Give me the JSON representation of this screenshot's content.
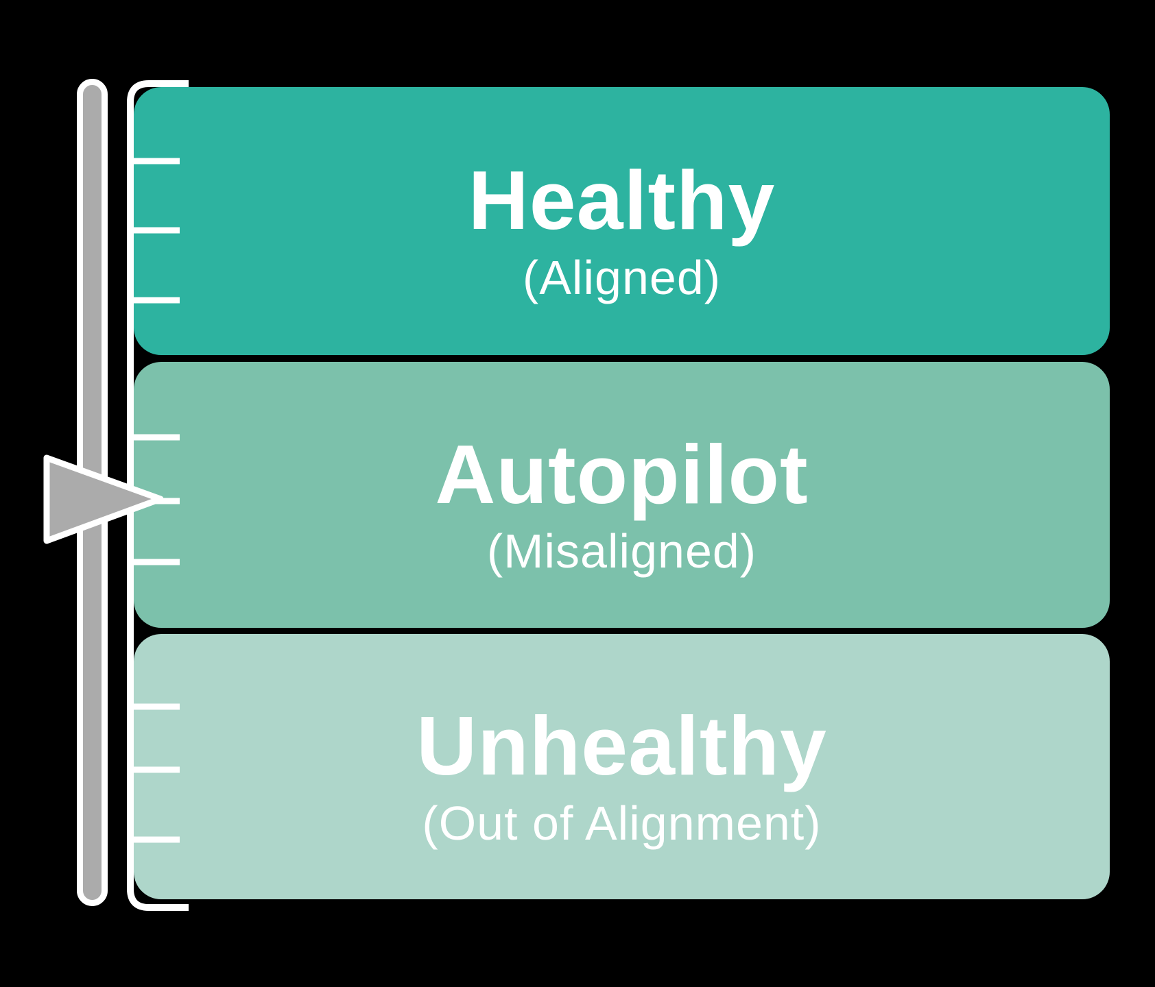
{
  "diagram": {
    "background_color": "#000000",
    "text_color": "#ffffff",
    "levels": [
      {
        "title": "Healthy",
        "subtitle": "(Aligned)",
        "color": "#2db3a0"
      },
      {
        "title": "Autopilot",
        "subtitle": "(Misaligned)",
        "color": "#7cc1ab"
      },
      {
        "title": "Unhealthy",
        "subtitle": "(Out of Alignment)",
        "color": "#aed6ca"
      }
    ],
    "ruler": {
      "color": "#ffffff",
      "tick_ys": [
        235,
        336,
        438,
        638,
        731,
        820,
        1031,
        1123,
        1225
      ],
      "tick_x_start": 190,
      "tick_x_end": 262
    },
    "slider": {
      "track_color": "#ababab",
      "outline_color": "#ffffff",
      "pointer_color": "#ababab",
      "pointer_points_at": "Autopilot"
    }
  }
}
